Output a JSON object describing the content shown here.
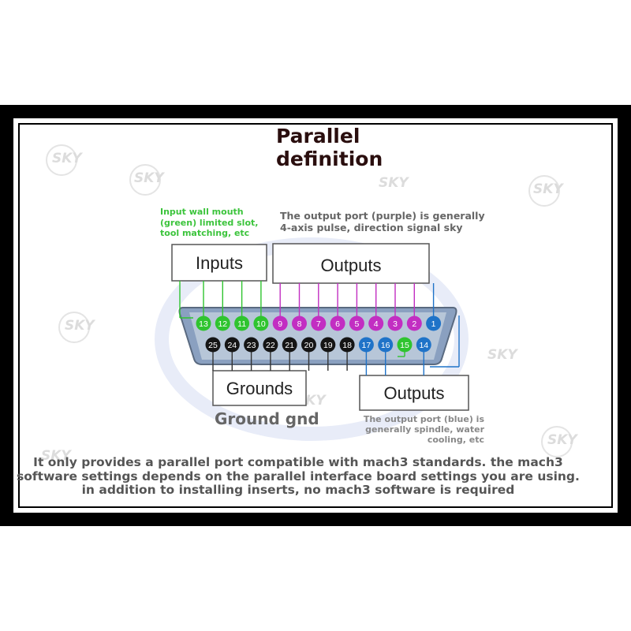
{
  "title": "Parallel\ndefinition",
  "notes": {
    "green": "Input wall mouth (green) limited slot, tool matching, etc",
    "purple": "The output port (purple) is generally 4-axis pulse, direction signal sky",
    "blue": "The output port (blue) is generally spindle, water cooling, etc"
  },
  "boxes": {
    "inputs": "Inputs",
    "outputs_top": "Outputs",
    "grounds": "Grounds",
    "outputs_bottom": "Outputs"
  },
  "ground_caption": "Ground gnd",
  "footer": "It only provides a parallel port compatible with mach3 standards. the mach3 software settings depends on the parallel interface board settings you are using. in addition to installing inserts, no mach3 software is required",
  "watermark": "SKY",
  "colors": {
    "green": "#2fc42f",
    "purple": "#c22ec2",
    "blue": "#1f73c8",
    "black": "#151515"
  },
  "pins_top": [
    {
      "n": "13",
      "color": "green"
    },
    {
      "n": "12",
      "color": "green"
    },
    {
      "n": "11",
      "color": "green"
    },
    {
      "n": "10",
      "color": "green"
    },
    {
      "n": "9",
      "color": "purple"
    },
    {
      "n": "8",
      "color": "purple"
    },
    {
      "n": "7",
      "color": "purple"
    },
    {
      "n": "6",
      "color": "purple"
    },
    {
      "n": "5",
      "color": "purple"
    },
    {
      "n": "4",
      "color": "purple"
    },
    {
      "n": "3",
      "color": "purple"
    },
    {
      "n": "2",
      "color": "purple"
    },
    {
      "n": "1",
      "color": "blue"
    }
  ],
  "pins_bottom": [
    {
      "n": "25",
      "color": "black"
    },
    {
      "n": "24",
      "color": "black"
    },
    {
      "n": "23",
      "color": "black"
    },
    {
      "n": "22",
      "color": "black"
    },
    {
      "n": "21",
      "color": "black"
    },
    {
      "n": "20",
      "color": "black"
    },
    {
      "n": "19",
      "color": "black"
    },
    {
      "n": "18",
      "color": "black"
    },
    {
      "n": "17",
      "color": "blue"
    },
    {
      "n": "16",
      "color": "blue"
    },
    {
      "n": "15",
      "color": "green"
    },
    {
      "n": "14",
      "color": "blue"
    }
  ]
}
